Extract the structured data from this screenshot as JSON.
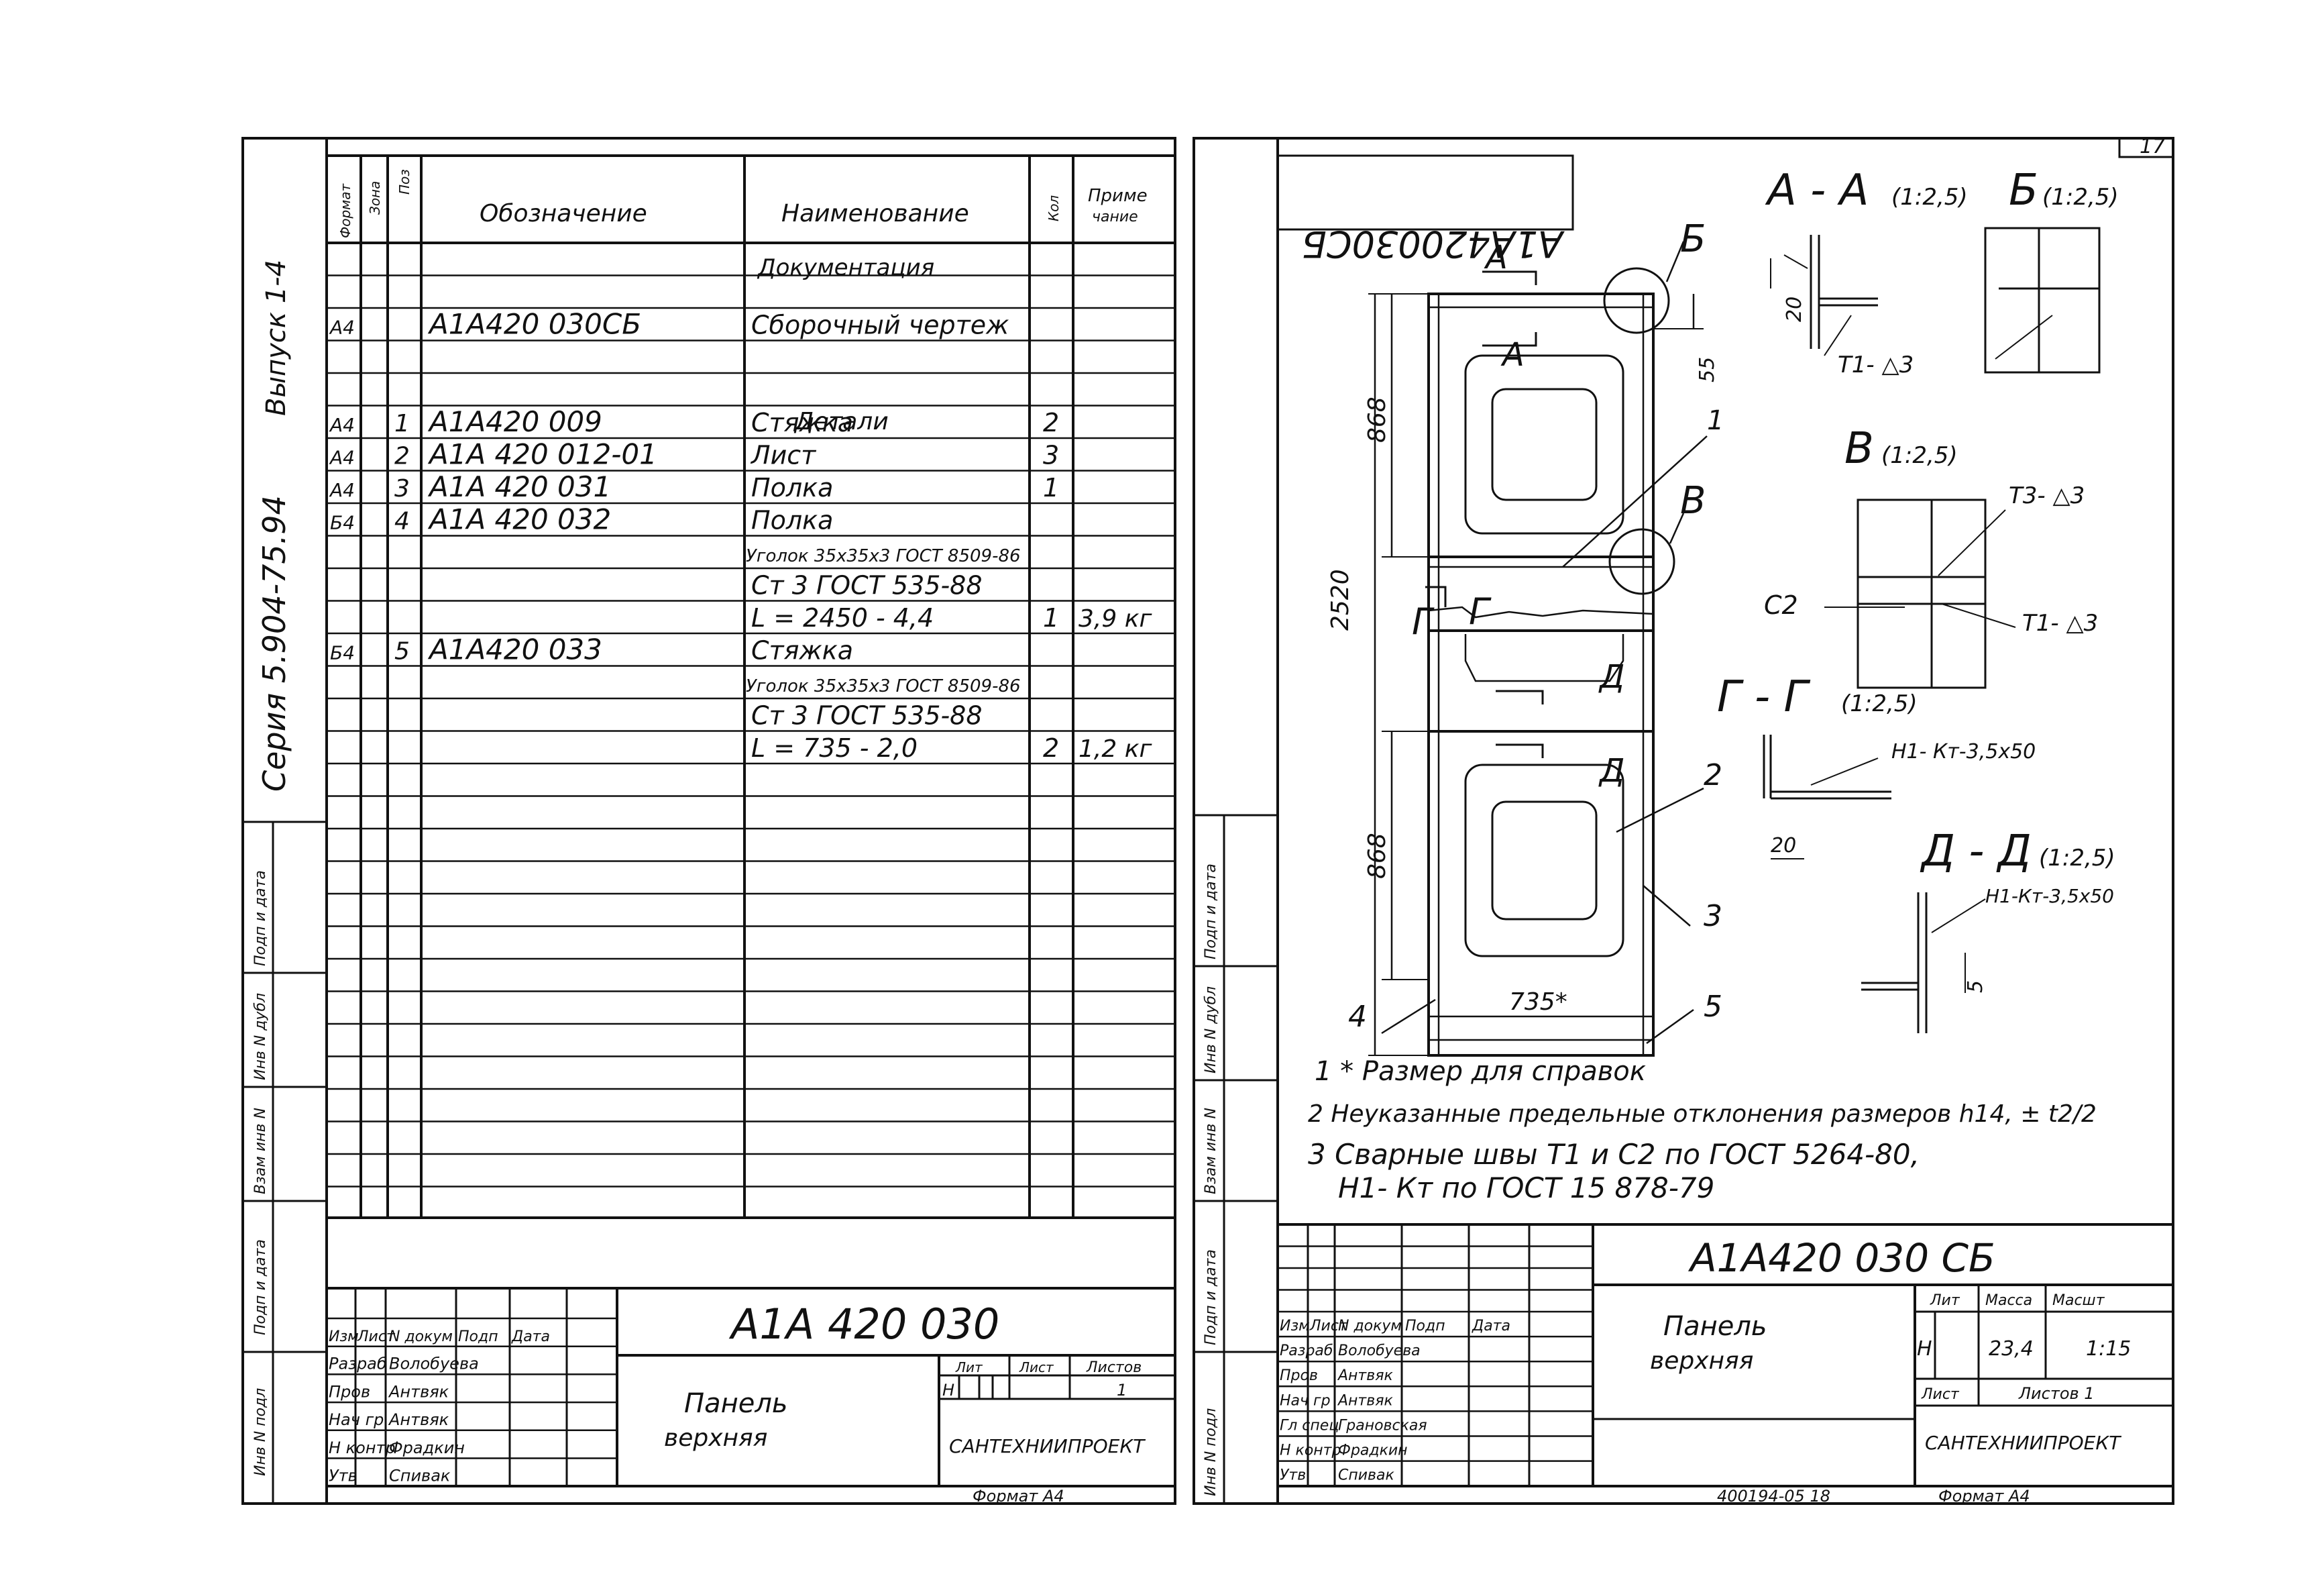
{
  "page_number": "17",
  "left_sheet": {
    "side_stamps": {
      "series": "Серия 5.904-75.94",
      "issue": "Выпуск 1-4",
      "boxes": [
        "Инв N подл",
        "Подп и дата",
        "Взам инв N",
        "Инв N дубл",
        "Подп и дата"
      ]
    },
    "spec_header": {
      "format": "Формат",
      "zone": "Зона",
      "pos": "Поз",
      "designation": "Обозначение",
      "name": "Наименование",
      "qty": "Кол",
      "note_1": "Приме",
      "note_2": "чание"
    },
    "section_documentation": "Документация",
    "section_parts": "Детали",
    "rows": [
      {
        "format": "А4",
        "pos": "",
        "designation": "А1А420 030СБ",
        "name": "Сборочный чертеж",
        "qty": "",
        "note": ""
      },
      {
        "format": "А4",
        "pos": "1",
        "designation": "А1А420 009",
        "name": "Стяжка",
        "qty": "2",
        "note": ""
      },
      {
        "format": "А4",
        "pos": "2",
        "designation": "А1А 420 012-01",
        "name": "Лист",
        "qty": "3",
        "note": ""
      },
      {
        "format": "А4",
        "pos": "3",
        "designation": "А1А 420 031",
        "name": "Полка",
        "qty": "1",
        "note": ""
      },
      {
        "format": "Б4",
        "pos": "4",
        "designation": "А1А 420 032",
        "name": "Полка",
        "qty": "",
        "note": ""
      },
      {
        "format": "",
        "pos": "",
        "designation": "",
        "name": "Уголок 35х35х3 ГОСТ 8509-86",
        "qty": "",
        "note": ""
      },
      {
        "format": "",
        "pos": "",
        "designation": "",
        "name": "Ст 3 ГОСТ 535-88",
        "qty": "",
        "note": ""
      },
      {
        "format": "",
        "pos": "",
        "designation": "",
        "name": "L = 2450 - 4,4",
        "qty": "1",
        "note": "3,9 кг"
      },
      {
        "format": "Б4",
        "pos": "5",
        "designation": "А1А420 033",
        "name": "Стяжка",
        "qty": "",
        "note": ""
      },
      {
        "format": "",
        "pos": "",
        "designation": "",
        "name": "Уголок 35х35х3 ГОСТ 8509-86",
        "qty": "",
        "note": ""
      },
      {
        "format": "",
        "pos": "",
        "designation": "",
        "name": "Ст 3 ГОСТ 535-88",
        "qty": "",
        "note": ""
      },
      {
        "format": "",
        "pos": "",
        "designation": "",
        "name": "L = 735 - 2,0",
        "qty": "2",
        "note": "1,2 кг"
      }
    ],
    "title_block": {
      "code": "А1А 420 030",
      "title_1": "Панель",
      "title_2": "верхняя",
      "col_headers": [
        "Изм",
        "Лист",
        "N докум",
        "Подп",
        "Дата"
      ],
      "staff": [
        {
          "role": "Разраб",
          "name": "Волобуева"
        },
        {
          "role": "Пров",
          "name": "Антвяк"
        },
        {
          "role": "Нач гр",
          "name": "Антвяк"
        },
        {
          "role": "Н контр",
          "name": "Фрадкин"
        },
        {
          "role": "Утв",
          "name": "Спивак"
        }
      ],
      "lit": "Лит",
      "sheet": "Лист",
      "sheets": "Листов",
      "lit_value": "Н",
      "sheets_value": "1",
      "org": "САНТЕХНИИПРОЕКТ",
      "format_label": "Формат А4"
    }
  },
  "right_sheet": {
    "side_stamps": {
      "boxes": [
        "Подп и дата",
        "Инв N дубл",
        "Взам инв N",
        "Подп и дата",
        "Инв N подл"
      ]
    },
    "mirrored_code": "А1А420030СБ",
    "section_labels": {
      "aa": "А - А",
      "aa_scale": "(1:2,5)",
      "b": "Б",
      "b_scale": "(1:2,5)",
      "v": "В",
      "v_scale": "(1:2,5)",
      "gg": "Г - Г",
      "gg_scale": "(1:2,5)",
      "dd": "Д - Д",
      "dd_scale": "(1:2,5)"
    },
    "drawing_marks": {
      "cut_a": "А",
      "cut_g": "Г",
      "cut_d": "Д",
      "callout_b": "Б",
      "callout_v": "В",
      "leader_1": "1",
      "leader_2": "2",
      "leader_3": "3",
      "leader_4": "4",
      "leader_5": "5"
    },
    "dimensions": {
      "total_height": "2520",
      "upper_height": "868",
      "lower_height": "868",
      "width": "735*",
      "top_offset": "55",
      "aa_dim": "20",
      "gg_dim": "20",
      "dd_dim": "5"
    },
    "weld_labels": {
      "t1_b": "Т1- △3",
      "t3_v": "Т3- △3",
      "c2_v": "С2",
      "t1_v": "Т1- △3",
      "h1_g": "Н1- Кт-3,5х50",
      "h1_d": "Н1-Кт-3,5х50"
    },
    "notes": [
      "1 * Размер для справок",
      "2 Неуказанные предельные отклонения размеров h14, ± t2/2",
      "3 Сварные швы Т1 и С2 по ГОСТ 5264-80,",
      "Н1- Кт по ГОСТ 15 878-79"
    ],
    "title_block": {
      "code": "А1А420 030 СБ",
      "title_1": "Панель",
      "title_2": "верхняя",
      "col_headers": [
        "Изм",
        "Лист",
        "N докум",
        "Подп",
        "Дата"
      ],
      "staff": [
        {
          "role": "Разраб",
          "name": "Волобуева"
        },
        {
          "role": "Пров",
          "name": "Антвяк"
        },
        {
          "role": "Нач гр",
          "name": "Антвяк"
        },
        {
          "role": "Гл спец",
          "name": "Грановская"
        },
        {
          "role": "Н контр",
          "name": "Фрадкин"
        },
        {
          "role": "Утв",
          "name": "Спивак"
        }
      ],
      "lit": "Лит",
      "mass": "Масса",
      "scale": "Масшт",
      "lit_value": "Н",
      "mass_value": "23,4",
      "scale_value": "1:15",
      "sheet": "Лист",
      "sheets": "Листов 1",
      "org": "САНТЕХНИИПРОЕКТ",
      "archive": "400194-05 18",
      "format_label": "Формат А4"
    }
  }
}
